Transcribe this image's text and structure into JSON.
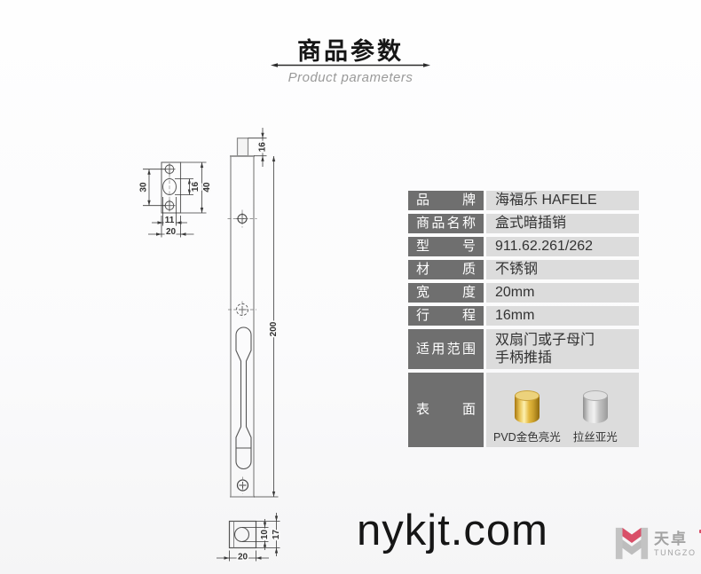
{
  "header": {
    "title": "商品参数",
    "subtitle": "Product parameters"
  },
  "spec_table": {
    "label_bg": "#6f6f6f",
    "label_color": "#ffffff",
    "value_bg": "#dcdcdc",
    "value_color": "#333333",
    "rows": [
      {
        "label": "品牌",
        "value": "海福乐 HAFELE"
      },
      {
        "label": "商品名称",
        "value": "盒式暗插销"
      },
      {
        "label": "型号",
        "value": "911.62.261/262"
      },
      {
        "label": "材质",
        "value": "不锈钢"
      },
      {
        "label": "宽度",
        "value": "20mm"
      },
      {
        "label": "行程",
        "value": "16mm"
      },
      {
        "label": "适用范围",
        "value_lines": [
          "双扇门或子母门",
          "手柄推插"
        ]
      },
      {
        "label": "表面",
        "swatches": [
          {
            "name": "PVD金色亮光",
            "color": "#ddb44a"
          },
          {
            "name": "拉丝亚光",
            "color": "#c3c3c3"
          }
        ]
      }
    ]
  },
  "drawing": {
    "dims": {
      "plate_hole_spacing": "30",
      "plate_slot_len": "16",
      "plate_len": "40",
      "plate_slot_w": "11",
      "plate_w": "20",
      "bolt_throw": "16",
      "bolt_len": "200",
      "sect_rod": "10",
      "sect_h": "17",
      "sect_w": "20"
    }
  },
  "watermark": {
    "text": "nykjt.com"
  },
  "logo": {
    "name": "天卓",
    "sub": "TUNGZO",
    "accent": "#d94f68",
    "gray": "#a8a8a8"
  }
}
